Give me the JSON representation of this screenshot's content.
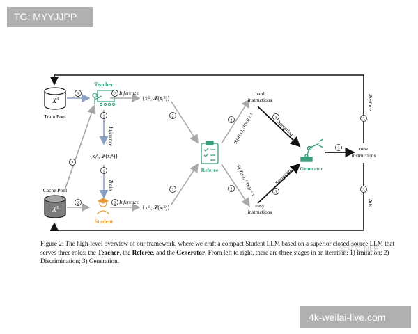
{
  "watermarks": {
    "top": "TG: MYYJJPP",
    "bottom": "4k-weilai-live.com"
  },
  "nodes": {
    "train_pool": {
      "symbol": "X",
      "sup": "A",
      "label": "Train Pool"
    },
    "cache_pool": {
      "symbol": "X",
      "sup": "B",
      "label": "Cache Pool"
    },
    "teacher": "Teacher",
    "student": "Student",
    "referee": "Referee",
    "generator": "Generator",
    "hard": [
      "hard",
      "instructions"
    ],
    "easy": [
      "easy",
      "instructions"
    ],
    "new": [
      "new",
      "instructions"
    ]
  },
  "edges": {
    "inference": "Inference",
    "train": "Train",
    "sampling": "Sampling",
    "replace": "Replace",
    "add": "Add"
  },
  "expressions": {
    "teacher_output": "{xᵢᴮ, 𝒯(xᵢᴮ)}",
    "teacher_down": "{xᵢᴬ, 𝒯(xᵢᴬ)}",
    "student_output": "{xᵢᴮ, 𝒮(xᵢᴮ)}",
    "hard_cond": "ℛ(𝒯(xᵢ), 𝒮(xᵢ)) ≥ τ",
    "easy_cond": "ℛ(𝒯(xᵢ), 𝒮(xᵢ)) < τ"
  },
  "stage_markers": {
    "one": "1",
    "two": "2",
    "three": "3"
  },
  "caption": {
    "p1": "Figure 2: The high-level overview of our framework, where we craft a compact Student LLM based on a superior closed-source LLM that serves three roles: the ",
    "teacher": "Teacher",
    "sep1": ", the ",
    "referee": "Referee",
    "sep2": ", and the ",
    "generator": "Generator",
    "p2": ". From left to right, there are three stages in an iteration: 1) Imitation; 2) Discrimination; 3) Generation."
  },
  "caption_overlay": "公众号 NLP",
  "colors": {
    "teacher": "#3a9e7e",
    "student": "#e39b3c",
    "generator": "#3a9e7e",
    "referee": "#3a9e7e",
    "gray_arrow": "#a7a7a7",
    "blue_arrow": "#8a9fc4",
    "black": "#111111"
  },
  "icons": [
    "database-icon",
    "teacher-icon",
    "student-icon",
    "clipboard-icon",
    "robot-arm-icon"
  ]
}
